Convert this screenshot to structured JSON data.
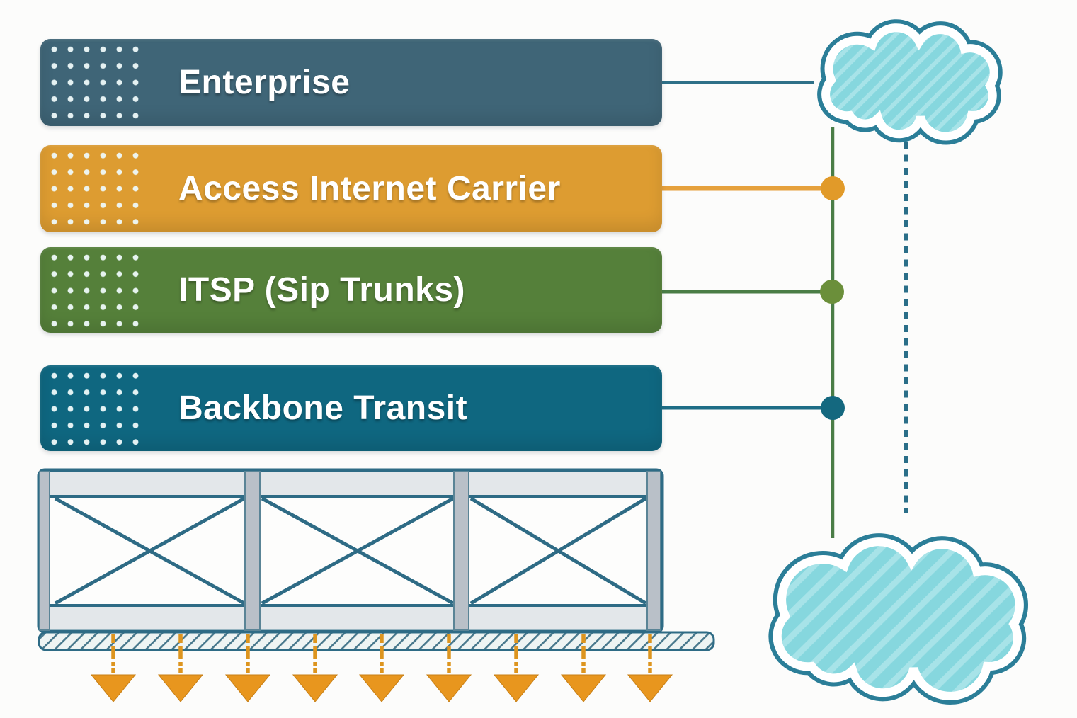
{
  "diagram": {
    "background_color": "#fcfcfb",
    "layers": [
      {
        "label": "Enterprise",
        "color": "#3f6577"
      },
      {
        "label": "Access Internet Carrier",
        "color": "#dd9c31"
      },
      {
        "label": "ITSP (Sip Trunks)",
        "color": "#55803a"
      },
      {
        "label": "Backbone Transit",
        "color": "#0f6780"
      }
    ],
    "connectors": {
      "enterprise_to_cloud": {
        "color": "#2e7088",
        "style": "solid"
      },
      "access_to_trunk": {
        "color": "#e6a13c",
        "style": "solid",
        "junction_dot_color": "#e19a29"
      },
      "itsp_to_trunk": {
        "color": "#4a7d46",
        "style": "solid",
        "junction_dot_color": "#6b8f3a"
      },
      "backbone_to_trunk": {
        "color": "#1e6d86",
        "style": "solid",
        "junction_dot_color": "#14687f"
      },
      "trunk_vertical": {
        "color": "#4a7d46",
        "style": "solid"
      },
      "cloud_to_cloud_dashed": {
        "color": "#2a6e88",
        "style": "dashed"
      }
    },
    "clouds": [
      {
        "name": "internet-cloud-top",
        "fill": "#86d7de",
        "stripe": "#a7e3e8",
        "border": "#2b7e98"
      },
      {
        "name": "internet-cloud-bottom",
        "fill": "#86d7de",
        "stripe": "#a7e3e8",
        "border": "#2b7e98"
      }
    ],
    "foundation": {
      "name": "braced-truss-foundation",
      "panel_count": 3,
      "frame_color": "#2e6b85",
      "column_color": "#b9c0c8",
      "deck_hatch_color": "#48788c"
    },
    "load_arrows": {
      "count": 9,
      "color": "#e8961e"
    }
  }
}
